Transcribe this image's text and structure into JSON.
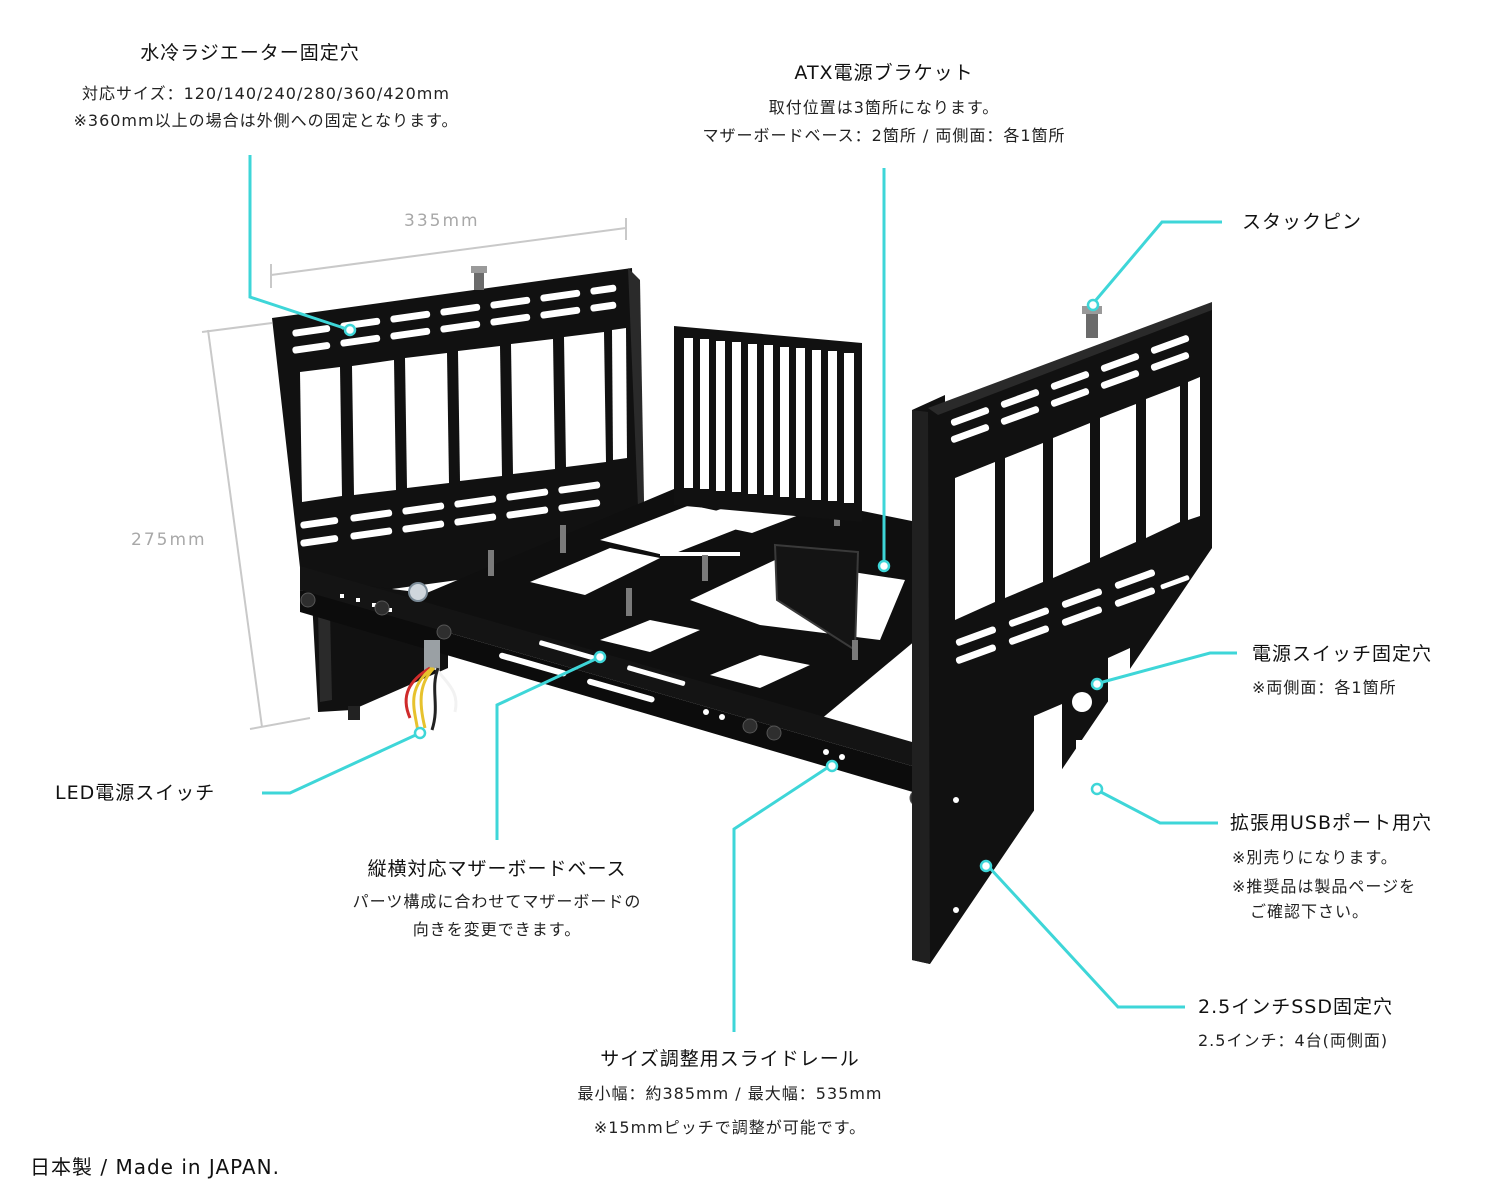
{
  "colors": {
    "callout": "#3ed6d8",
    "frame": "#111111",
    "frame_edge": "#2c2c2c",
    "dimension": "#c9c9c9",
    "wire_red": "#cf2b2b",
    "wire_yellow": "#e7c22d",
    "wire_white": "#f2f2f2",
    "wire_black": "#222222"
  },
  "dimensions": {
    "width": "335mm",
    "height": "275mm"
  },
  "callouts": {
    "radiator": {
      "title": "水冷ラジエーター固定穴",
      "line1": "対応サイズ：120/140/240/280/360/420mm",
      "line2": "※360mm以上の場合は外側への固定となります。"
    },
    "atx_bracket": {
      "title": "ATX電源ブラケット",
      "line1": "取付位置は3箇所になります。",
      "line2": "マザーボードベース：2箇所 / 両側面：各1箇所"
    },
    "stack_pin": {
      "title": "スタックピン"
    },
    "power_switch_hole": {
      "title": "電源スイッチ固定穴",
      "line1": "※両側面：各1箇所"
    },
    "led_switch": {
      "title": "LED電源スイッチ"
    },
    "usb_port": {
      "title": "拡張用USBポート用穴",
      "line1": "※別売りになります。",
      "line2": "※推奨品は製品ページを",
      "line3": "ご確認下さい。"
    },
    "mb_base": {
      "title": "縦横対応マザーボードベース",
      "line1": "パーツ構成に合わせてマザーボードの",
      "line2": "向きを変更できます。"
    },
    "ssd": {
      "title": "2.5インチSSD固定穴",
      "line1": "2.5インチ：4台(両側面)"
    },
    "slide_rail": {
      "title": "サイズ調整用スライドレール",
      "line1": "最小幅：約385mm / 最大幅：535mm",
      "line2": "※15mmピッチで調整が可能です。"
    }
  },
  "footer": "日本製 / Made in JAPAN."
}
